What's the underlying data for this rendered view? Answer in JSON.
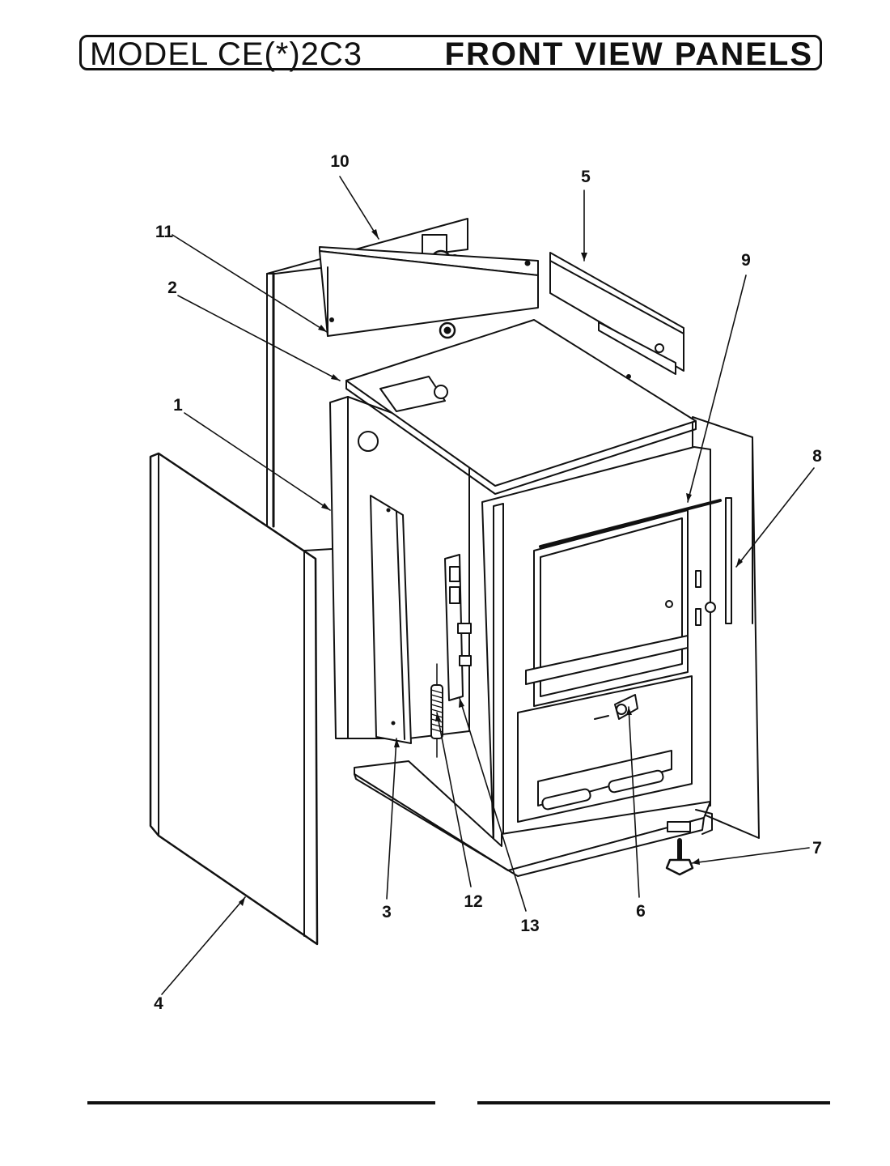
{
  "header": {
    "model": "MODEL CE(*)2C3",
    "section": "FRONT VIEW PANELS"
  },
  "callouts": {
    "c1": "1",
    "c2": "2",
    "c3": "3",
    "c4": "4",
    "c5": "5",
    "c6": "6",
    "c7": "7",
    "c8": "8",
    "c9": "9",
    "c10": "10",
    "c11": "11",
    "c12": "12",
    "c13": "13"
  }
}
